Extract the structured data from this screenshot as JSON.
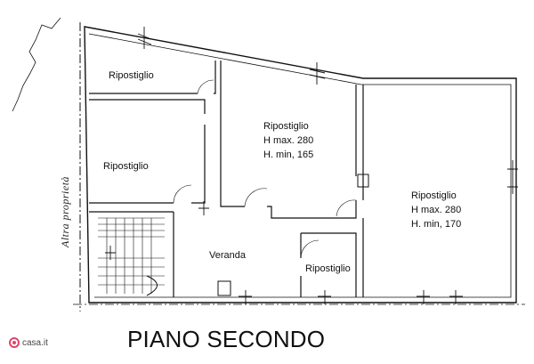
{
  "rooms": [
    {
      "id": "rip1",
      "lines": [
        "Ripostiglio"
      ]
    },
    {
      "id": "rip2",
      "lines": [
        "Ripostiglio"
      ]
    },
    {
      "id": "rip3",
      "lines": [
        "Ripostiglio",
        "H max. 280",
        "H. min, 165"
      ]
    },
    {
      "id": "rip4",
      "lines": [
        "Ripostiglio",
        "H max. 280",
        "H. min, 170"
      ]
    },
    {
      "id": "veranda",
      "lines": [
        "Veranda"
      ]
    },
    {
      "id": "rip5",
      "lines": [
        "Ripostiglio"
      ]
    }
  ],
  "outer_label": "Altra proprietà",
  "title": "PIANO SECONDO",
  "watermark": {
    "text": "casa.it",
    "color": "#e0446a"
  }
}
